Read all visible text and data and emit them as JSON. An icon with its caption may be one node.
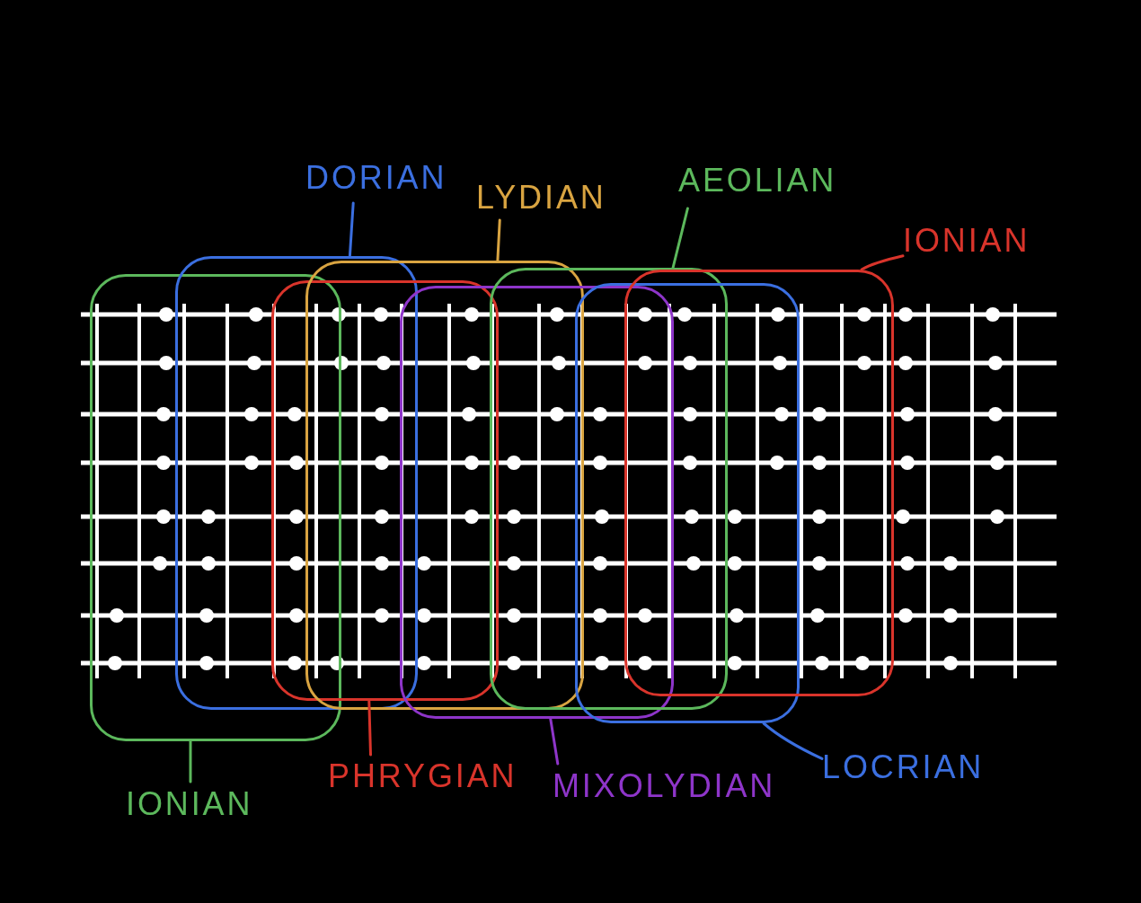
{
  "diagram": {
    "nodes": [
      {
        "text": [
          "DORIAN"
        ]
      },
      {
        "text": [
          "LYDIAN"
        ]
      },
      {
        "text": [
          "AEOLIAN"
        ]
      },
      {
        "text": [
          "IONIAN"
        ]
      },
      {
        "text": [
          "IONIAN"
        ]
      },
      {
        "text": [
          "PHRYGIAN"
        ]
      },
      {
        "text": [
          "MIXOLYDIAN"
        ]
      },
      {
        "text": [
          "LOCRIAN"
        ]
      },
      {
        "text": [],
        "shape": "box"
      },
      {
        "text": [],
        "shape": "box"
      },
      {
        "text": [],
        "shape": "box"
      },
      {
        "text": [],
        "shape": "box"
      },
      {
        "text": [],
        "shape": "box"
      },
      {
        "text": [],
        "shape": "box"
      },
      {
        "text": [],
        "shape": "box"
      },
      {
        "text": [],
        "shape": "box"
      }
    ],
    "edges": [
      {
        "from": 0,
        "to": 9,
        "arrow": "none",
        "color": "#3b6fe0"
      },
      {
        "from": 1,
        "to": 11,
        "arrow": "none",
        "color": "#d9a441"
      },
      {
        "from": 2,
        "to": 13,
        "arrow": "none",
        "color": "#5cb85c"
      },
      {
        "from": 3,
        "to": 15,
        "arrow": "none",
        "color": "#d9342b"
      },
      {
        "from": 4,
        "to": 8,
        "arrow": "none",
        "color": "#5cb85c"
      },
      {
        "from": 5,
        "to": 10,
        "arrow": "none",
        "color": "#d9342b"
      },
      {
        "from": 6,
        "to": 12,
        "arrow": "none",
        "color": "#8e35c9"
      },
      {
        "from": 7,
        "to": 14,
        "arrow": "none",
        "color": "#3b6fe0"
      }
    ]
  }
}
